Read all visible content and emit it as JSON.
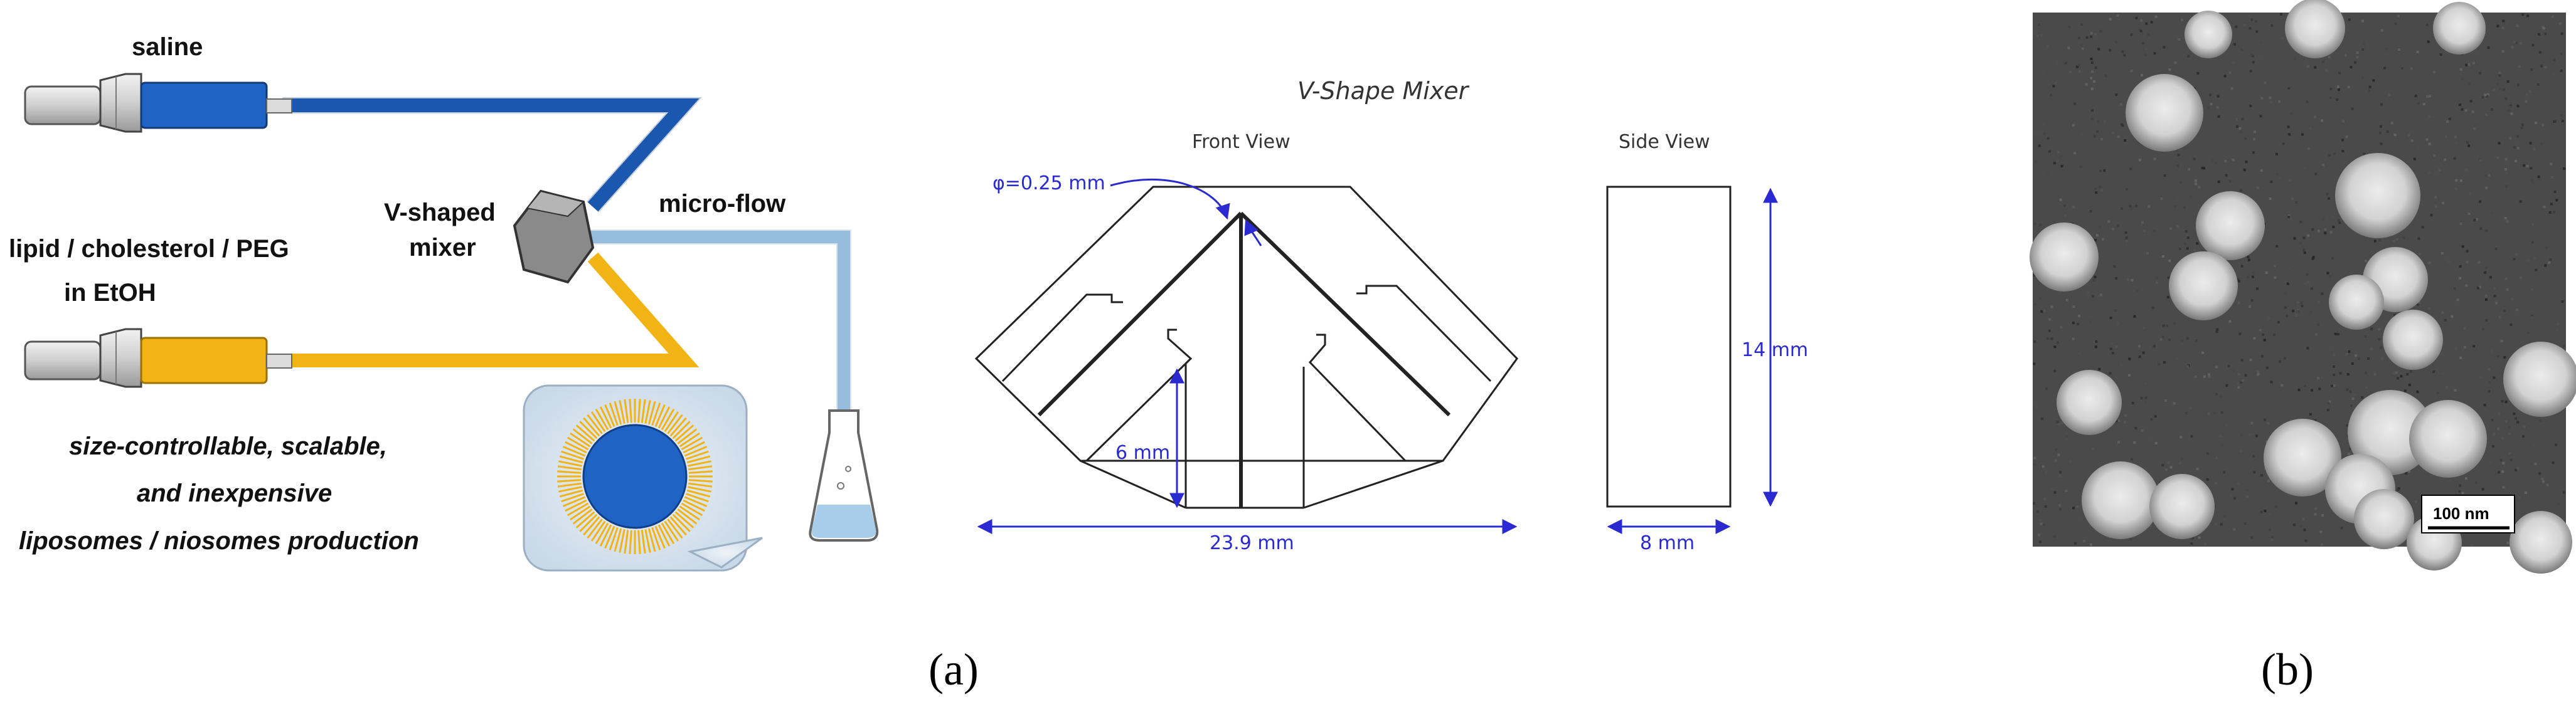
{
  "panel_a": {
    "label_saline": "saline",
    "label_lipid_line1": "lipid / cholesterol / PEG",
    "label_lipid_line2": "in EtOH",
    "label_mixer_line1": "V-shaped",
    "label_mixer_line2": "mixer",
    "label_microflow": "micro-flow",
    "caption_line1": "size-controllable, scalable,",
    "caption_line2": "and inexpensive",
    "caption_line3": "liposomes / niosomes production",
    "panel_label": "(a)"
  },
  "schematic": {
    "title": "V-Shape Mixer",
    "front_view": "Front View",
    "side_view": "Side View",
    "dim_diameter": "φ=0.25 mm",
    "dim_depth": "6 mm",
    "dim_width": "23.9 mm",
    "dim_height": "14 mm",
    "dim_thickness": "8 mm"
  },
  "panel_b": {
    "scale_bar": "100 nm",
    "panel_label": "(b)"
  },
  "colors": {
    "saline_tube": "#1f63c4",
    "lipid_tube": "#f2b315",
    "microflow_tube": "#a8cdea",
    "dimension": "#2a2ad0",
    "mixer": "#8a8a8a"
  }
}
